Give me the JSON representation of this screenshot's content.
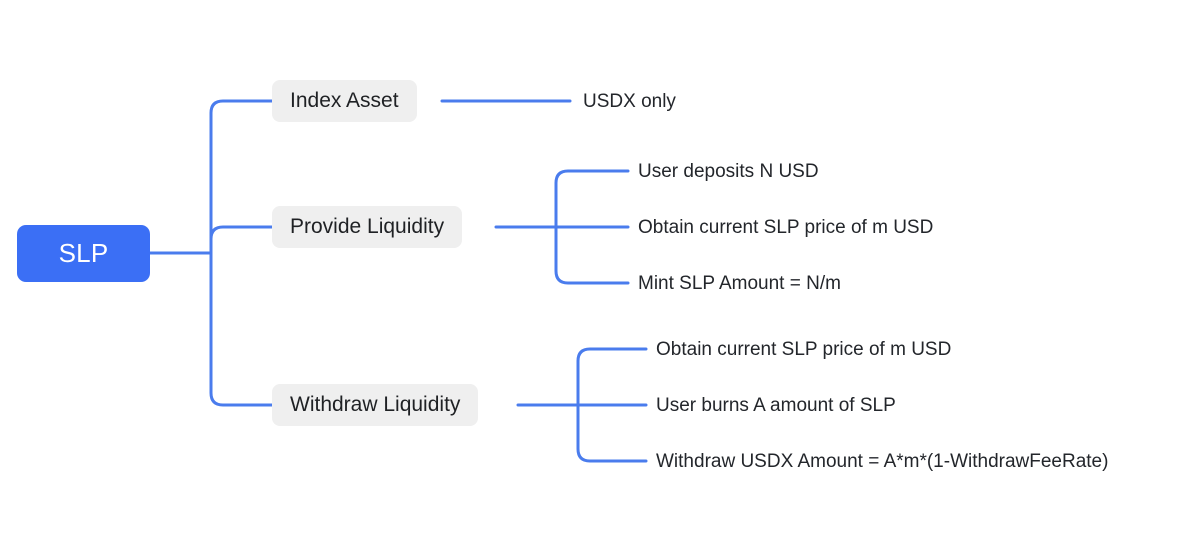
{
  "diagram": {
    "type": "mind-map",
    "background_color": "#ffffff",
    "link_color": "#4a7ced",
    "root": {
      "label": "SLP",
      "fill_color": "#3b6ff5",
      "text_color": "#ffffff"
    },
    "branch_style": {
      "fill_color": "#efefef",
      "text_color": "#1f2124"
    },
    "branches": [
      {
        "label": "Index Asset",
        "children": [
          {
            "label": "USDX only"
          }
        ]
      },
      {
        "label": "Provide Liquidity",
        "children": [
          {
            "label": "User deposits N USD"
          },
          {
            "label": "Obtain current SLP price of m USD"
          },
          {
            "label": "Mint SLP Amount = N/m"
          }
        ]
      },
      {
        "label": "Withdraw Liquidity",
        "children": [
          {
            "label": "Obtain current SLP price of m USD"
          },
          {
            "label": "User burns A amount of SLP"
          },
          {
            "label": "Withdraw USDX Amount = A*m*(1-WithdrawFeeRate)"
          }
        ]
      }
    ]
  }
}
